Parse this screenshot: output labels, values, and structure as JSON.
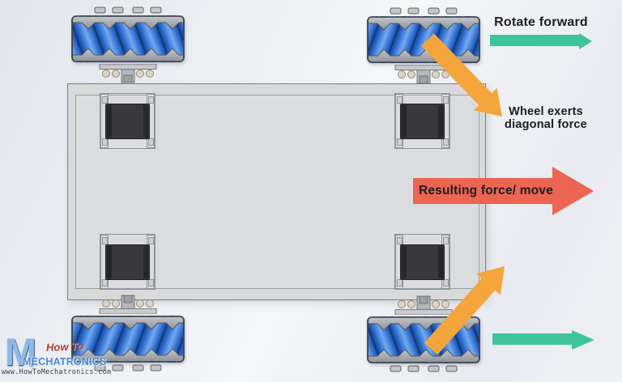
{
  "annotations": {
    "rotate_forward": "Rotate forward",
    "wheel_force_line1": "Wheel exerts",
    "wheel_force_line2": "diagonal force",
    "resulting_force": "Resulting force/ move"
  },
  "watermark": {
    "monogram": "M",
    "tagline": "How To",
    "brand": "MECHATRONICS",
    "website": "www.HowToMechatronics.com"
  },
  "colors": {
    "rotate_arrow_green": "#3ec49a",
    "diagonal_arrow_orange": "#f4a53c",
    "resulting_arrow_red": "#ec6452",
    "roller_blue": "#2d6fd2",
    "chassis_gray": "#d8d9db",
    "motor_dark": "#39393b"
  },
  "icons": {
    "rotate_forward_top": "arrow-right",
    "rotate_forward_bottom": "arrow-right",
    "diagonal_force_top": "arrow-down-right",
    "diagonal_force_bottom": "arrow-up-right",
    "resulting_force": "arrow-right-large"
  }
}
